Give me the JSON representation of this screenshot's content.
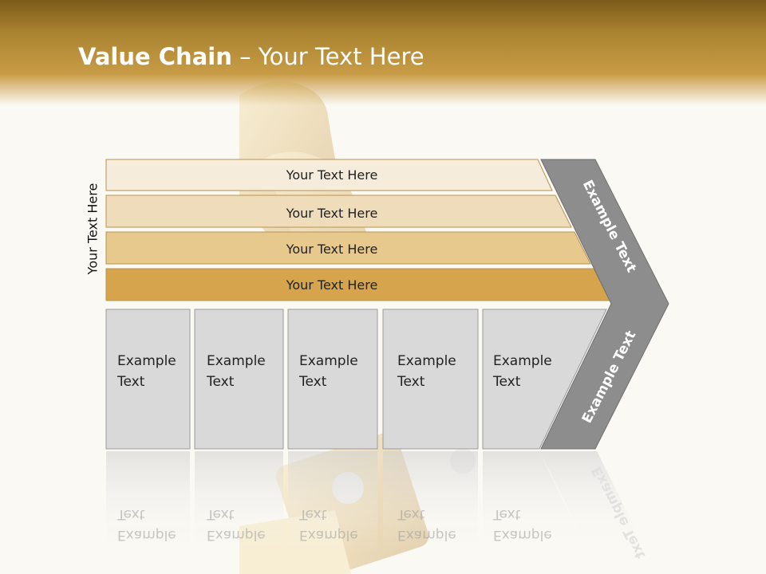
{
  "title": {
    "bold": "Value Chain",
    "rest": " – Your Text Here"
  },
  "side_label": "Your Text Here",
  "bands": [
    {
      "label": "Your Text Here",
      "color": "#f6ecdc"
    },
    {
      "label": "Your Text Here",
      "color": "#efdcba"
    },
    {
      "label": "Your Text Here",
      "color": "#e7c98e"
    },
    {
      "label": "Your Text Here",
      "color": "#d6a44c"
    }
  ],
  "boxes": [
    {
      "line1": "Example",
      "line2": "Text"
    },
    {
      "line1": "Example",
      "line2": "Text"
    },
    {
      "line1": "Example",
      "line2": "Text"
    },
    {
      "line1": "Example",
      "line2": "Text"
    },
    {
      "line1": "Example",
      "line2": "Text"
    }
  ],
  "chevron": {
    "top_label": "Example Text",
    "bottom_label": "Example Text",
    "color": "#8d8d8d"
  },
  "colors": {
    "header": "#a98230",
    "box_fill": "#d9d9d9",
    "background": "#fbf9f3"
  }
}
